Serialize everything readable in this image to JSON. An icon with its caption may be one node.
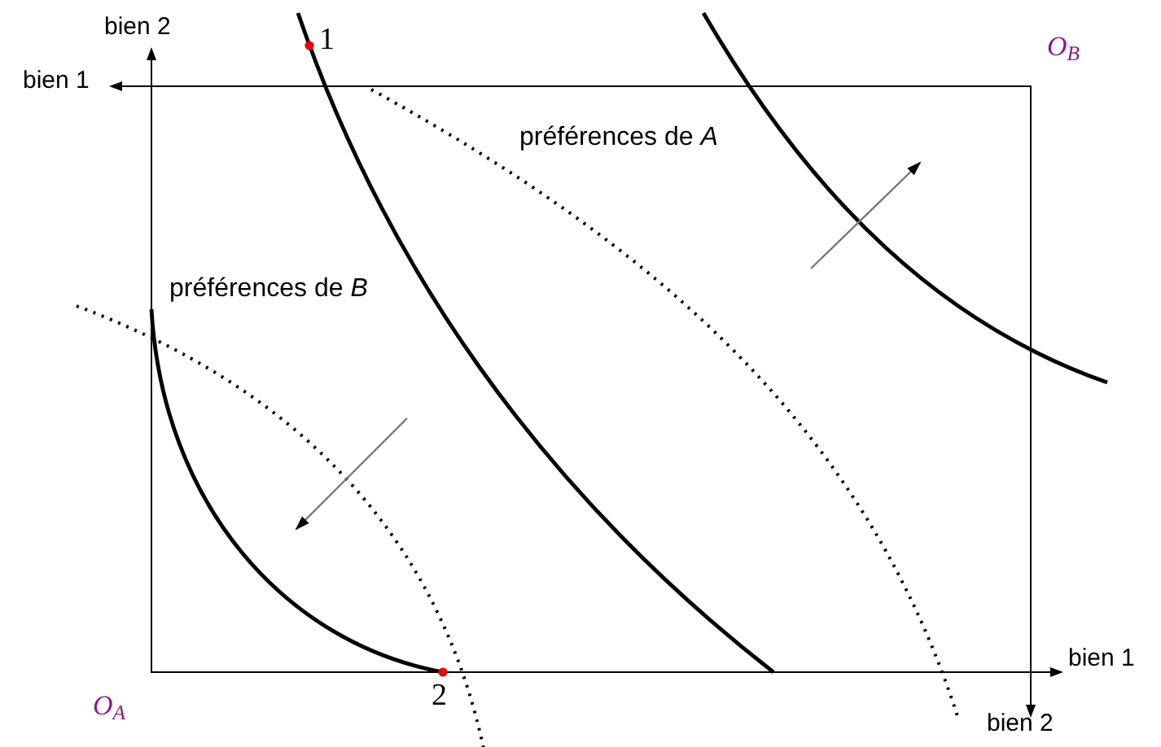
{
  "diagram": {
    "labels": [
      "bien 2",
      "1",
      "O$_{B}$",
      "bien 1",
      "préférences de *A*",
      "préférences de *B*",
      "bien 1",
      "O$_{A}$",
      "2",
      "bien 2"
    ]
  }
}
